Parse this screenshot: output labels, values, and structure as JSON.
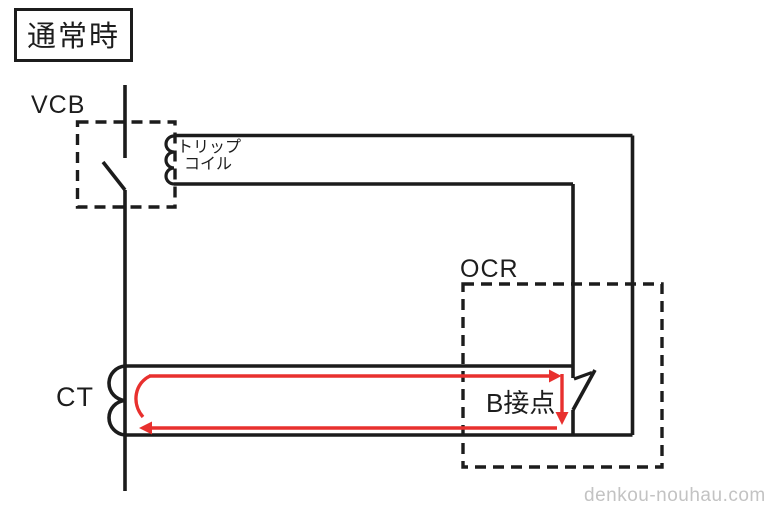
{
  "title": "通常時",
  "labels": {
    "vcb": "VCB",
    "trip_coil_line1": "トリップ",
    "trip_coil_line2": "コイル",
    "ocr": "OCR",
    "ct": "CT",
    "b_contact": "B接点"
  },
  "watermark": "denkou-nouhau.com",
  "colors": {
    "line": "#1c1c1c",
    "current_path": "#e8302e",
    "watermark": "#c3c3c3",
    "background": "#ffffff"
  }
}
